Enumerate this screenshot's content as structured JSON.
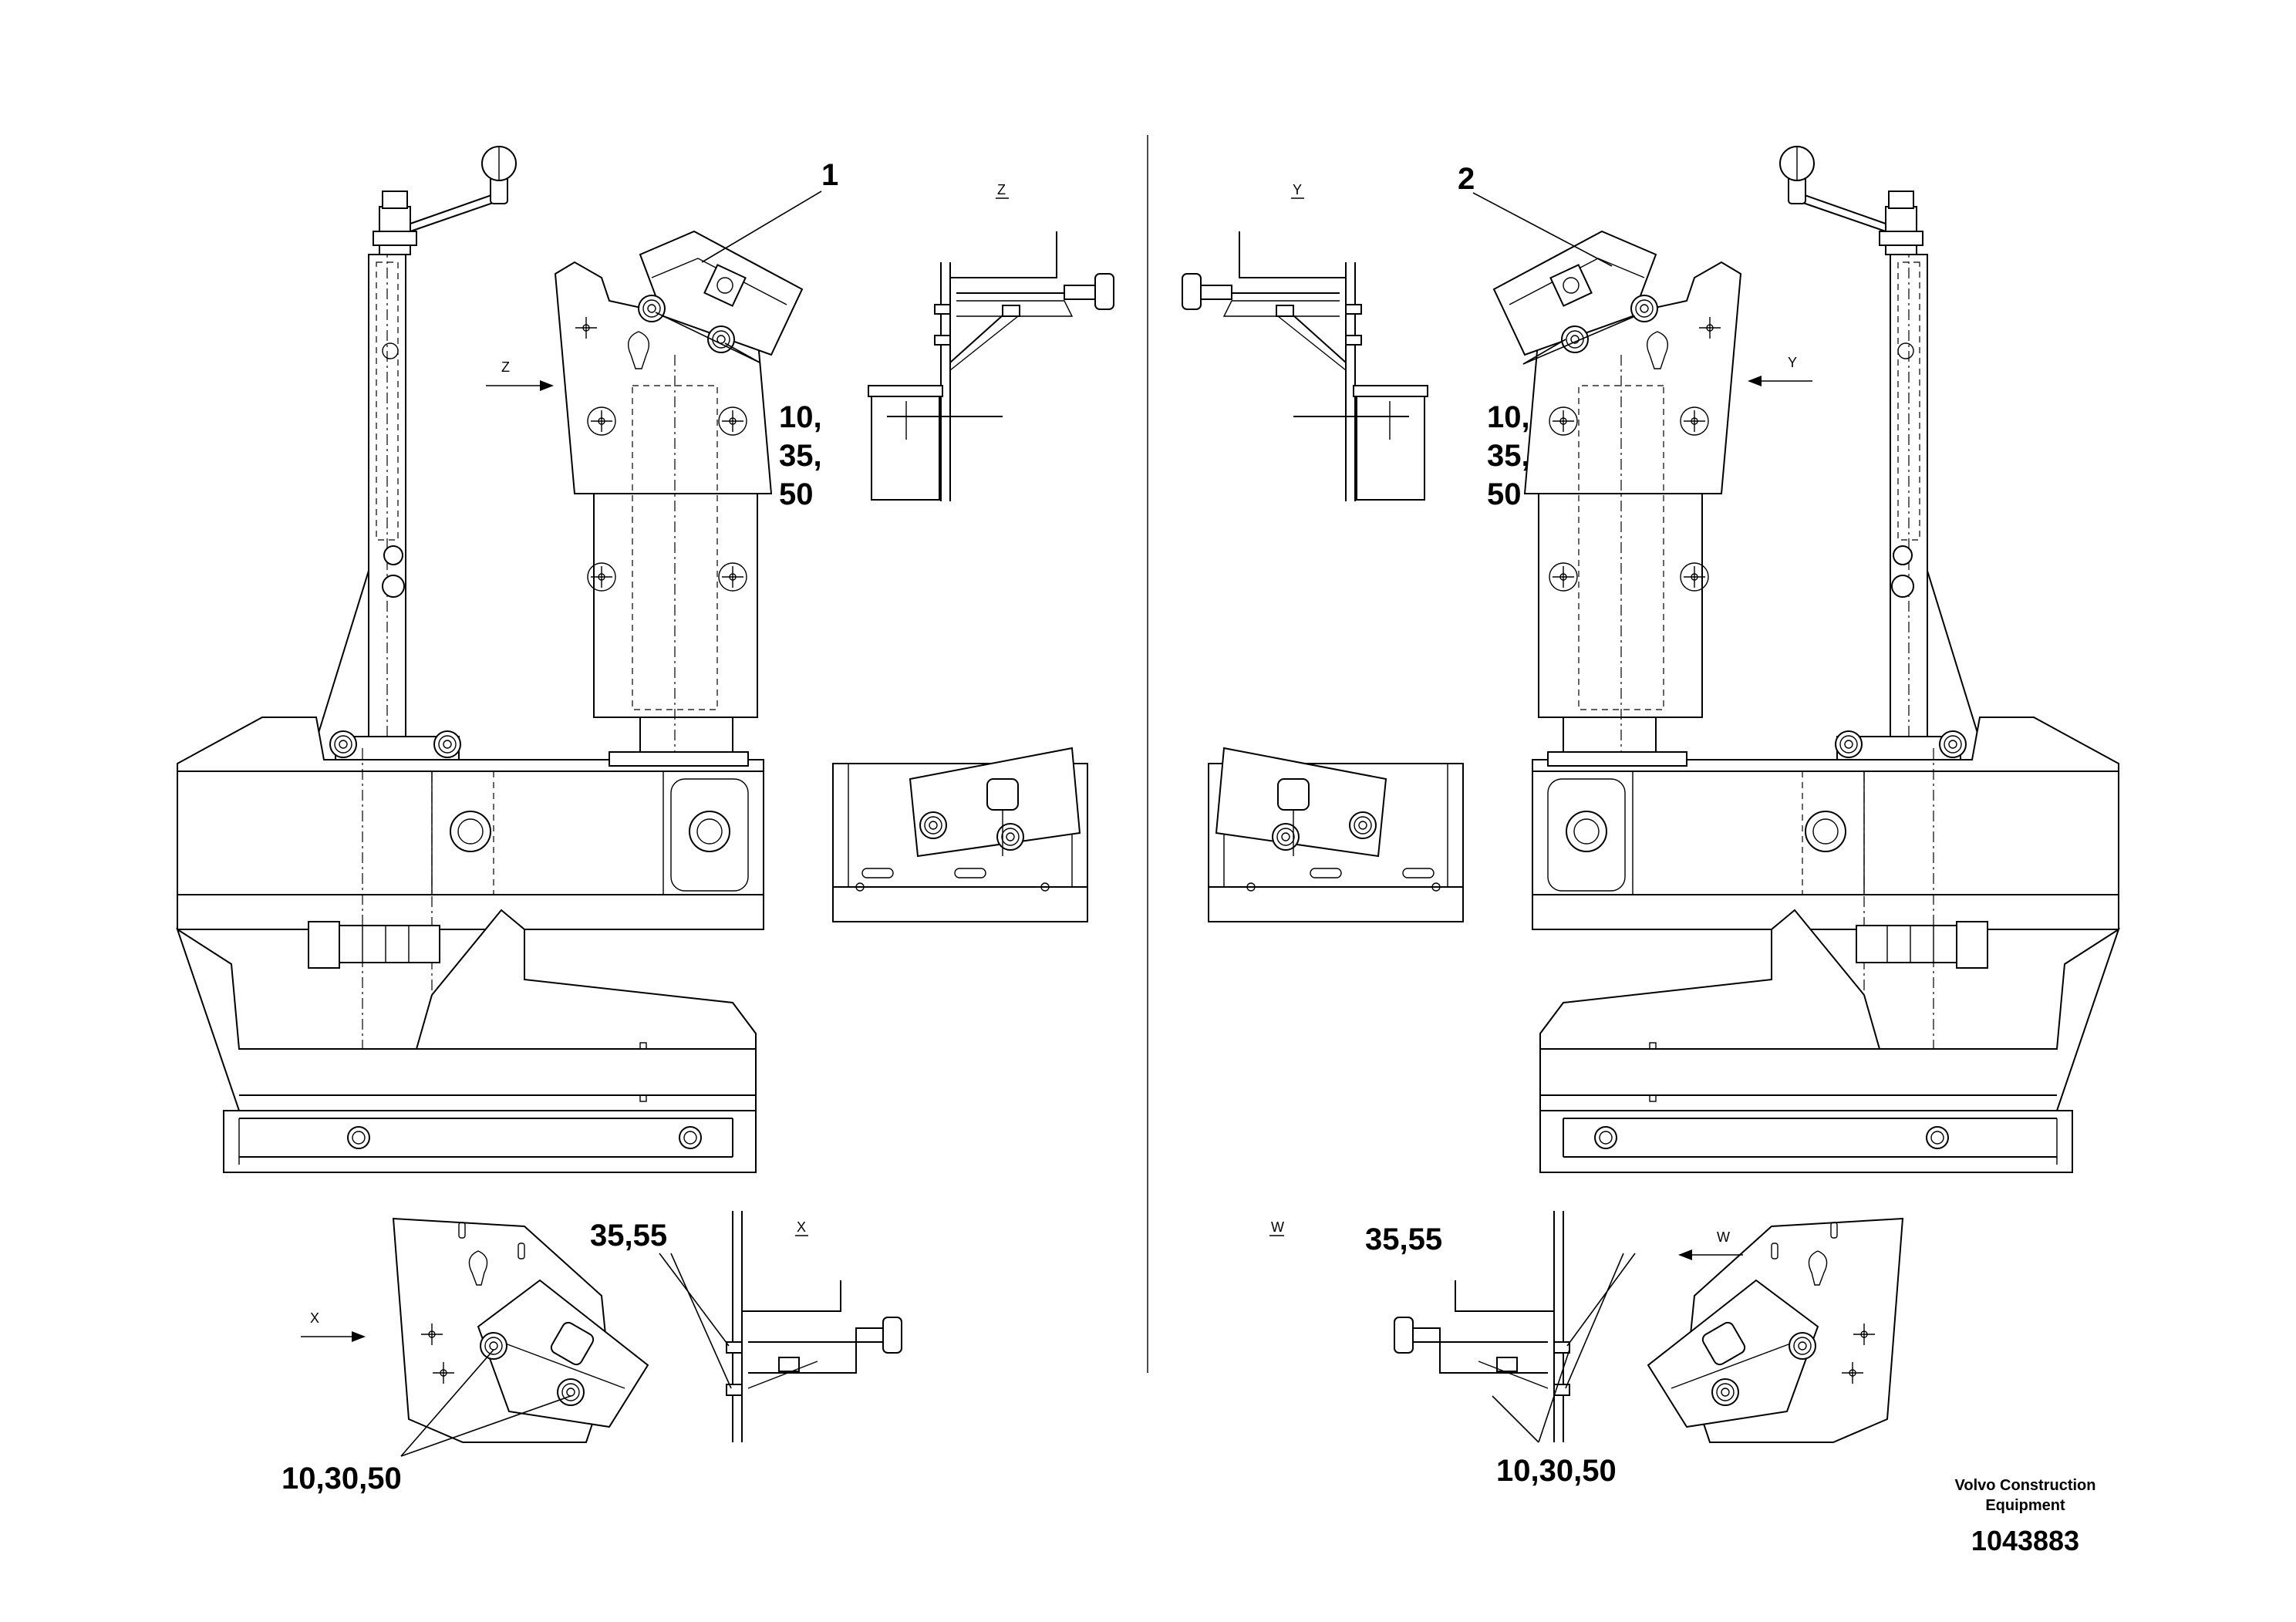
{
  "callouts": {
    "left_main": "1",
    "right_main": "2",
    "left_bracket_line1": "10,",
    "left_bracket_line2": "35,",
    "left_bracket_line3": "50",
    "right_bracket_line1": "10,",
    "right_bracket_line2": "35,",
    "right_bracket_line3": "50",
    "left_bottom_35_55": "35,55",
    "right_bottom_35_55": "35,55",
    "left_bottom_10_30_50": "10,30,50",
    "right_bottom_10_30_50": "10,30,50"
  },
  "views": {
    "z_title": "Z",
    "z_arrow": "Z",
    "y_title": "Y",
    "y_arrow": "Y",
    "x_title": "X",
    "x_arrow": "X",
    "w_title": "W",
    "w_arrow": "W"
  },
  "footer": {
    "brand_line1": "Volvo Construction",
    "brand_line2": "Equipment",
    "doc_number": "1043883"
  }
}
